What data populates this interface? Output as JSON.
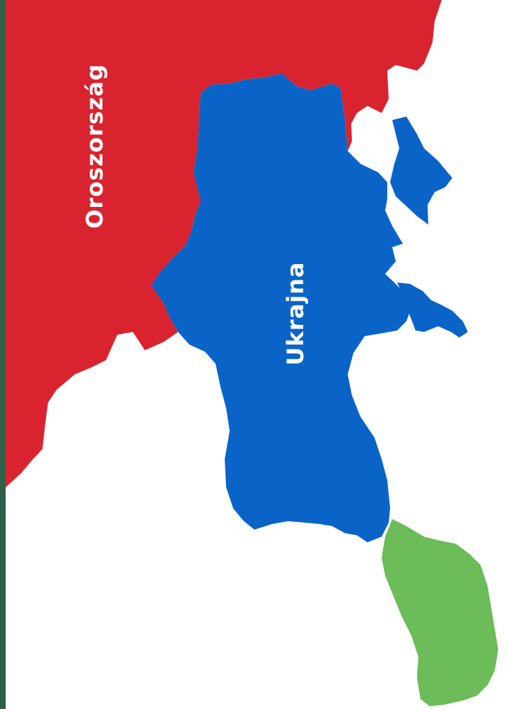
{
  "map": {
    "regions": [
      {
        "id": "russia",
        "label": "Oroszország",
        "color": "#d9232e"
      },
      {
        "id": "ukraine",
        "label": "Ukrajna",
        "color": "#0a64c8"
      },
      {
        "id": "moldova",
        "label": "",
        "color": "#6cbc5a"
      }
    ],
    "background_color": "#ffffff",
    "edge_strip_color": "#2f6148"
  }
}
